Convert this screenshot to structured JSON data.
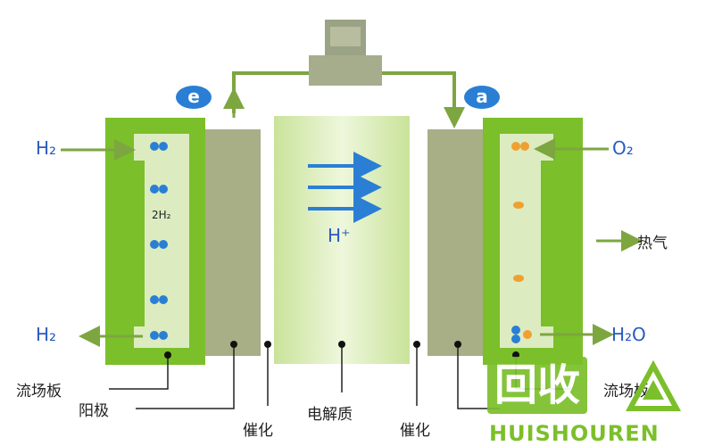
{
  "left_electron_badge": "e",
  "right_electron_badge": "a",
  "left_inputs": {
    "top": "H₂",
    "bottom": "H₂",
    "mid": "2H₂"
  },
  "center_label": "H⁺",
  "right_inputs": {
    "top": "O₂",
    "heat": "热气",
    "bottom": "H₂O"
  },
  "bottom_labels": {
    "flow_left": "流场板",
    "anode": "阳极",
    "catalyst_left": "催化",
    "electrolyte": "电解质",
    "catalyst_right": "催化",
    "flow_right": "流场板"
  },
  "watermark": {
    "cn": "回收",
    "en": "HUISHOUREN"
  },
  "colors": {
    "green_bright": "#7bbf2a",
    "green_inner": "#dcecc0",
    "olive": "#a8ae86",
    "electrolyte": "#d6ecb4",
    "blue": "#2a7fd4",
    "orange": "#f0a030"
  }
}
